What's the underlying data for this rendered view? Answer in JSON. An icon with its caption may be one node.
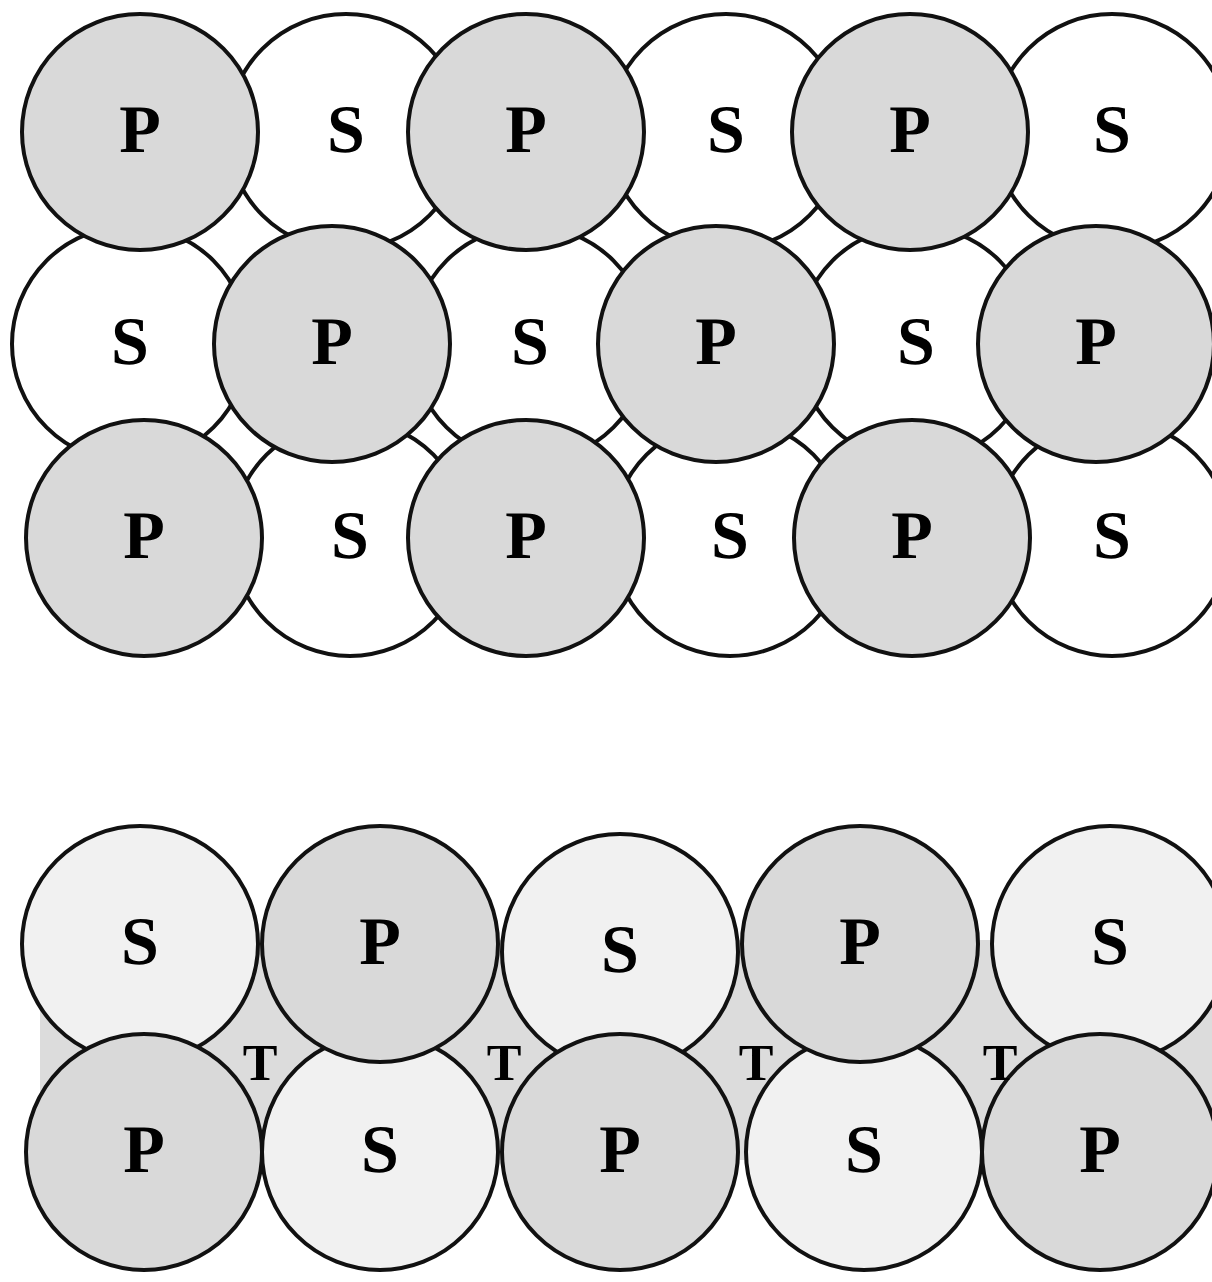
{
  "diagram": {
    "nodes": [
      {
        "text": [
          "P"
        ]
      },
      {
        "text": [
          "S"
        ]
      },
      {
        "text": [
          "P"
        ]
      },
      {
        "text": [
          "S"
        ]
      },
      {
        "text": [
          "P"
        ]
      },
      {
        "text": [
          "S"
        ]
      },
      {
        "text": [
          "S"
        ]
      },
      {
        "text": [
          "P"
        ]
      },
      {
        "text": [
          "S"
        ]
      },
      {
        "text": [
          "P"
        ]
      },
      {
        "text": [
          "S"
        ]
      },
      {
        "text": [
          "P"
        ]
      },
      {
        "text": [
          "P"
        ]
      },
      {
        "text": [
          "S"
        ]
      },
      {
        "text": [
          "P"
        ]
      },
      {
        "text": [
          "S"
        ]
      },
      {
        "text": [
          "P"
        ]
      },
      {
        "text": [
          "S"
        ]
      },
      {
        "text": [
          "S"
        ]
      },
      {
        "text": [
          "P"
        ]
      },
      {
        "text": [
          "S"
        ]
      },
      {
        "text": [
          "P"
        ]
      },
      {
        "text": [
          "S"
        ]
      },
      {
        "text": [
          "P"
        ]
      },
      {
        "text": [
          "S"
        ]
      },
      {
        "text": [
          "P"
        ]
      },
      {
        "text": [
          "S"
        ]
      },
      {
        "text": [
          "P"
        ]
      }
    ],
    "labels": [
      "T",
      "T",
      "T",
      "T"
    ]
  }
}
